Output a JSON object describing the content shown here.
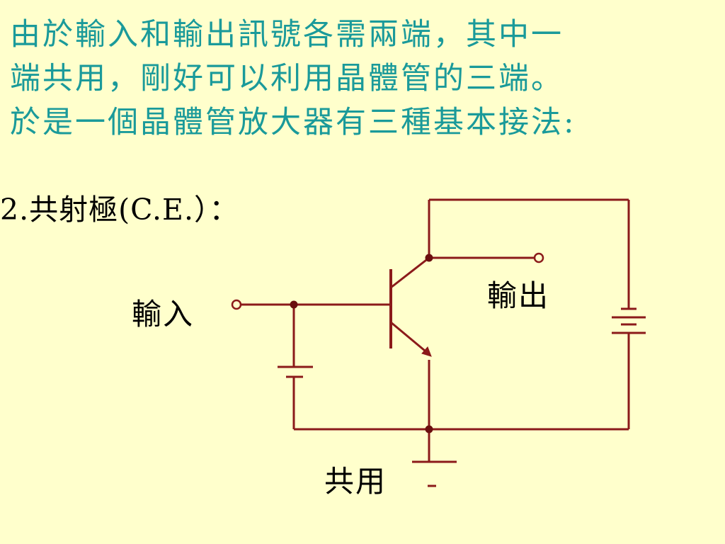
{
  "intro": {
    "line1": "由於輸入和輸出訊號各需兩端，其中一",
    "line2": "端共用，剛好可以利用晶體管的三端。",
    "line3": "於是一個晶體管放大器有三種基本接法:"
  },
  "heading": "2.共射極(C.E.）：",
  "diagram": {
    "input_label": "輸入",
    "output_label": "輸出",
    "common_label": "共用",
    "ground_mark": "-"
  },
  "colors": {
    "background": "#ffffcc",
    "intro_text": "#1a9a9a",
    "wire": "#8b1a1a",
    "node": "#6b0f0f",
    "label_text": "#000000"
  }
}
